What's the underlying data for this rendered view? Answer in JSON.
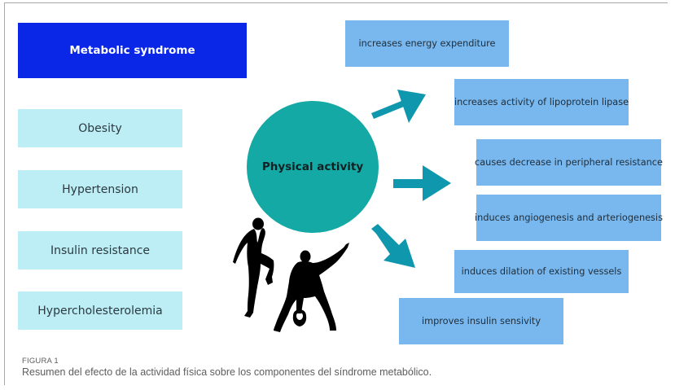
{
  "diagram": {
    "title": "Metabolic syndrome",
    "center": "Physical activity",
    "conditions": [
      "Obesity",
      "Hypertension",
      "Insulin resistance",
      "Hypercholesterolemia"
    ],
    "effects": [
      "increases energy expenditure",
      "increases activity of lipoprotein lipase",
      "causes decrease in peripheral resistance",
      "induces angiogenesis and arteriogenesis",
      "induces dilation of existing vessels",
      "improves insulin sensivity"
    ],
    "colors": {
      "title_box": "#0a26e6",
      "condition_box": "#bdeef5",
      "effect_box": "#78b8ee",
      "circle": "#14a9a5",
      "arrow": "#0f97ad",
      "silhouette": "#000000"
    },
    "icons": [
      "arrow-icon",
      "arrow-icon",
      "arrow-icon",
      "runner-silhouette-icon",
      "kettlebell-athlete-silhouette-icon"
    ]
  },
  "caption": {
    "label": "FIGURA 1",
    "text": "Resumen del efecto de la actividad física sobre los componentes del síndrome metabólico."
  }
}
